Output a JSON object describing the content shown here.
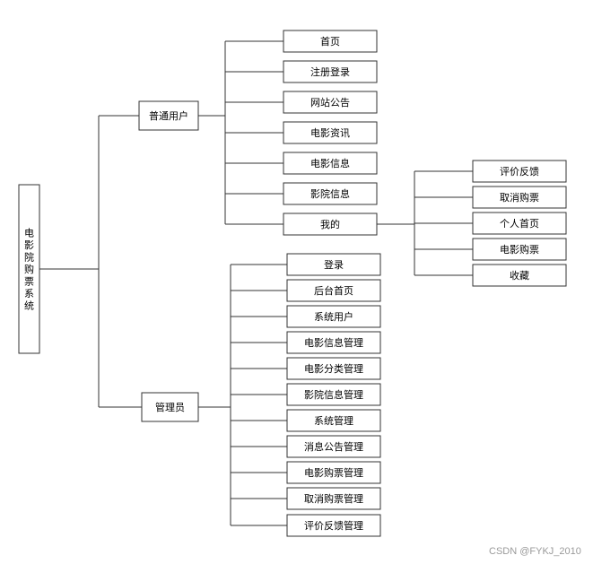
{
  "root": {
    "label": "电影院购票系统",
    "children": [
      {
        "label": "普通用户",
        "children": [
          {
            "label": "首页"
          },
          {
            "label": "注册登录"
          },
          {
            "label": "网站公告"
          },
          {
            "label": "电影资讯"
          },
          {
            "label": "电影信息"
          },
          {
            "label": "影院信息"
          },
          {
            "label": "我的",
            "children": [
              {
                "label": "评价反馈"
              },
              {
                "label": "取消购票"
              },
              {
                "label": "个人首页"
              },
              {
                "label": "电影购票"
              },
              {
                "label": "收藏"
              }
            ]
          }
        ]
      },
      {
        "label": "管理员",
        "children": [
          {
            "label": "登录"
          },
          {
            "label": "后台首页"
          },
          {
            "label": "系统用户"
          },
          {
            "label": "电影信息管理"
          },
          {
            "label": "电影分类管理"
          },
          {
            "label": "影院信息管理"
          },
          {
            "label": "系统管理"
          },
          {
            "label": "消息公告管理"
          },
          {
            "label": "电影购票管理"
          },
          {
            "label": "取消购票管理"
          },
          {
            "label": "评价反馈管理"
          }
        ]
      }
    ]
  },
  "watermark": "CSDN @FYKJ_2010"
}
